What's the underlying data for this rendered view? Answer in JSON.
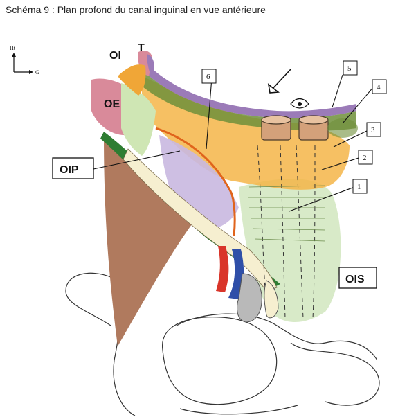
{
  "caption": "Schéma 9 : Plan profond du canal inguinal en vue antérieure",
  "axis": {
    "up": "Ht",
    "right": "G"
  },
  "labels": {
    "oi": "OI",
    "t": "T",
    "oe": "OE",
    "oip": "OIP",
    "ois": "OIS"
  },
  "numbers": [
    "1",
    "2",
    "3",
    "4",
    "5",
    "6"
  ],
  "colors": {
    "green_band": "#2e7d32",
    "muscle_brown": "#b07a5e",
    "orange_fascia": "#f4b548",
    "purple": "#9b7bb8",
    "pink": "#d98a9a",
    "red_vessel": "#d9352a",
    "blue_vessel": "#2f4fa8",
    "cord_gray": "#b9b9b9",
    "light_green": "#b8d89a"
  }
}
